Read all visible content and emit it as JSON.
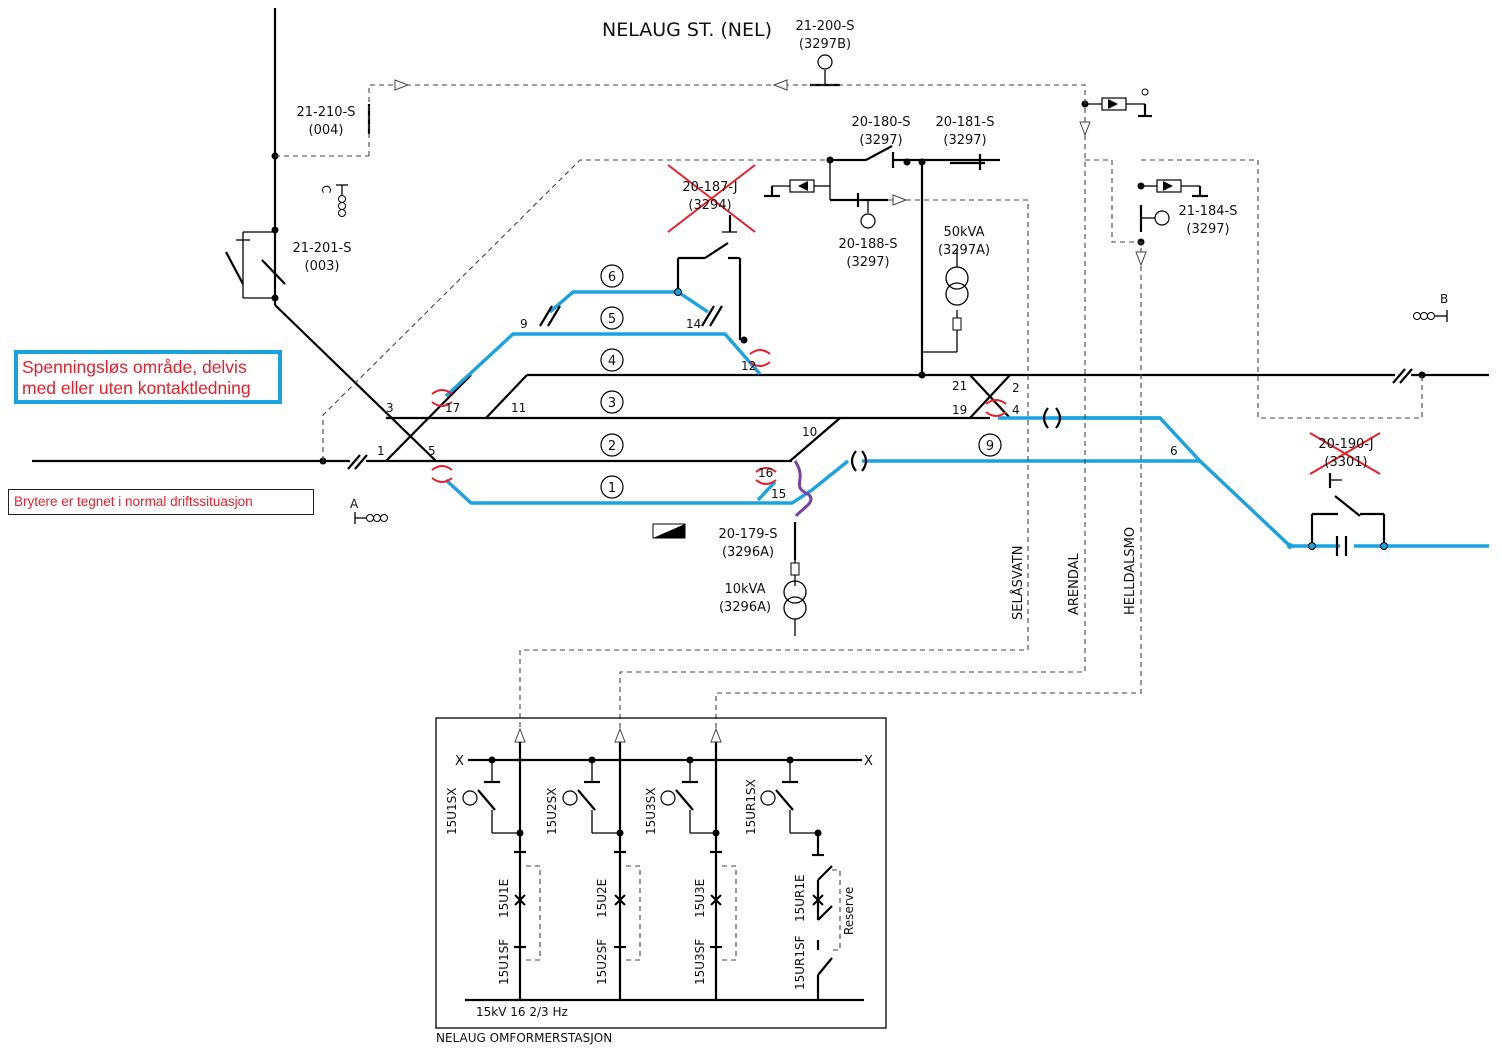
{
  "title": "NELAUG ST. (NEL)",
  "legend_text": "Spenningsløs område, delvis med eller uten kontaktledning",
  "note_text": "Brytere er tegnet i normal driftssituasjon",
  "colors": {
    "deenergized": "#1aa3e0",
    "crossed_out": "#e8202a",
    "feeder": "#7b3fa8",
    "line": "#000000"
  },
  "switches": [
    {
      "id": "21-200-S",
      "ref": "(3297B)"
    },
    {
      "id": "21-210-S",
      "ref": "(004)"
    },
    {
      "id": "21-201-S",
      "ref": "(003)"
    },
    {
      "id": "20-180-S",
      "ref": "(3297)"
    },
    {
      "id": "20-181-S",
      "ref": "(3297)"
    },
    {
      "id": "20-187-J",
      "ref": "(3294)",
      "crossed_out": true
    },
    {
      "id": "20-188-S",
      "ref": "(3297)"
    },
    {
      "id": "21-184-S",
      "ref": "(3297)"
    },
    {
      "id": "20-190-J",
      "ref": "(3301)",
      "crossed_out": true
    },
    {
      "id": "20-179-S",
      "ref": "(3296A)"
    }
  ],
  "transformers": [
    {
      "rating": "50kVA",
      "ref": "(3297A)"
    },
    {
      "rating": "10kVA",
      "ref": "(3296A)"
    }
  ],
  "signals": [
    "A",
    "B",
    "C"
  ],
  "tracks": [
    "1",
    "2",
    "3",
    "4",
    "5",
    "6",
    "9"
  ],
  "switch_numbers": [
    "1",
    "2",
    "3",
    "4",
    "5",
    "9",
    "10",
    "11",
    "12",
    "14",
    "15",
    "16",
    "17",
    "19",
    "21"
  ],
  "cable_destinations": [
    "SELÅSVATN",
    "ARENDAL",
    "HELLDALSMO"
  ],
  "substation": {
    "name": "NELAUG OMFORMERSTASJON",
    "busbar_label": "15kV 16 2/3 Hz",
    "bus_end_marks": [
      "X",
      "X"
    ],
    "feeders": [
      {
        "sx": "15U1SX",
        "e": "15U1E",
        "sf": "15U1SF"
      },
      {
        "sx": "15U2SX",
        "e": "15U2E",
        "sf": "15U2SF"
      },
      {
        "sx": "15U3SX",
        "e": "15U3E",
        "sf": "15U3SF"
      },
      {
        "sx": "15UR1SX",
        "e": "15UR1E",
        "sf": "15UR1SF",
        "note": "Reserve"
      }
    ]
  }
}
